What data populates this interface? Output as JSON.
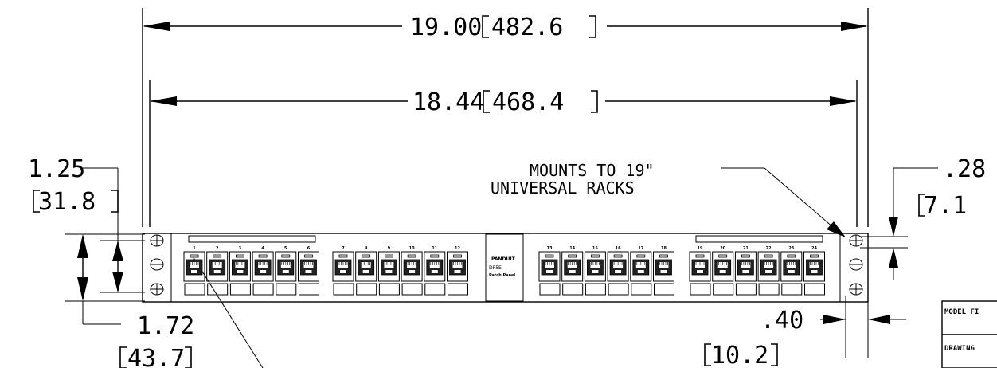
{
  "dimensions": {
    "overall_width": {
      "value": "19.00",
      "metric": "482.6"
    },
    "inner_width": {
      "value": "18.44",
      "metric": "468.4"
    },
    "left_height": {
      "value": "1.25",
      "metric": "31.8"
    },
    "total_height": {
      "value": "1.72",
      "metric": "43.7"
    },
    "right_offset": {
      "value": ".28",
      "metric": "7.1"
    },
    "ear_width": {
      "value": ".40",
      "metric": "10.2"
    }
  },
  "mount_note": {
    "line1": "MOUNTS TO 19\"",
    "line2": "UNIVERSAL RACKS"
  },
  "panel": {
    "brand": "PANDUIT",
    "model": "DP5E",
    "type": "Patch Panel",
    "port_numbers": [
      "1",
      "2",
      "3",
      "4",
      "5",
      "6",
      "7",
      "8",
      "9",
      "10",
      "11",
      "12",
      "13",
      "14",
      "15",
      "16",
      "17",
      "18",
      "19",
      "20",
      "21",
      "22",
      "23",
      "24"
    ]
  },
  "title_block": {
    "model_label": "MODEL FI",
    "drawing_label": "DRAWING"
  }
}
